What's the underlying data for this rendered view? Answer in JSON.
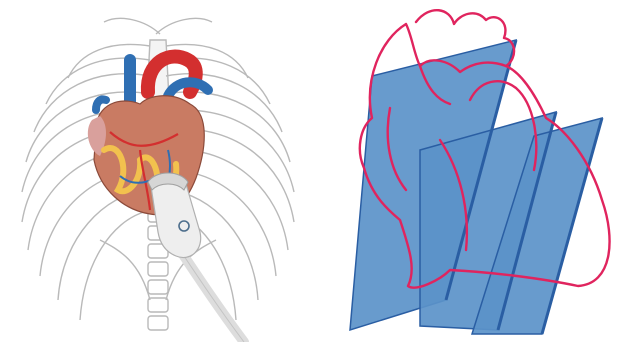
{
  "figure": {
    "panels": [
      {
        "id": "left",
        "content": "ribcage-with-heart-and-ultrasound-probe",
        "colors": {
          "bone_stroke": "#b8b8b8",
          "vessel_red": "#d32f2f",
          "vessel_blue": "#2f6fb3",
          "myocardium": "#c97b63",
          "fat_yellow": "#f2c14e",
          "probe_body": "#eeeeee",
          "probe_logo": "#4d6e8c"
        }
      },
      {
        "id": "right",
        "content": "heart-outline-with-three-imaging-planes",
        "plane_count": 3,
        "colors": {
          "heart_outline": "#e0245e",
          "plane_fill": "#5b93c9",
          "plane_edge": "#2a5ea3"
        }
      }
    ]
  }
}
